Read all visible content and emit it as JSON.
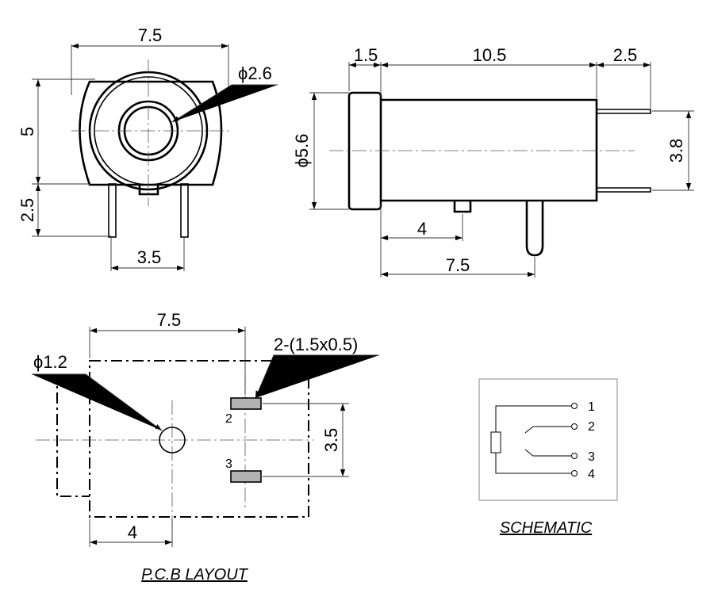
{
  "front_view": {
    "width_dim": "7.5",
    "hole_dim": "ϕ2.6",
    "height_dim": "5",
    "lower_dim": "2.5",
    "pin_spacing_dim": "3.5"
  },
  "side_view": {
    "flange_dim": "1.5",
    "body_dim": "10.5",
    "pin_ext_dim": "2.5",
    "diameter_dim": "ϕ5.6",
    "pin_pitch_dim": "3.8",
    "peg_offset_dim": "4",
    "pin_offset_dim": "7.5"
  },
  "pcb_layout": {
    "width_dim": "7.5",
    "hole_dim": "ϕ1.2",
    "pad_dim": "2-(1.5x0.5)",
    "pad_pitch_dim": "3.5",
    "hole_offset_dim": "4",
    "pad_labels": [
      "2",
      "3"
    ],
    "caption": "P.C.B LAYOUT"
  },
  "schematic": {
    "pins": [
      "1",
      "2",
      "3",
      "4"
    ],
    "caption": "SCHEMATIC"
  }
}
